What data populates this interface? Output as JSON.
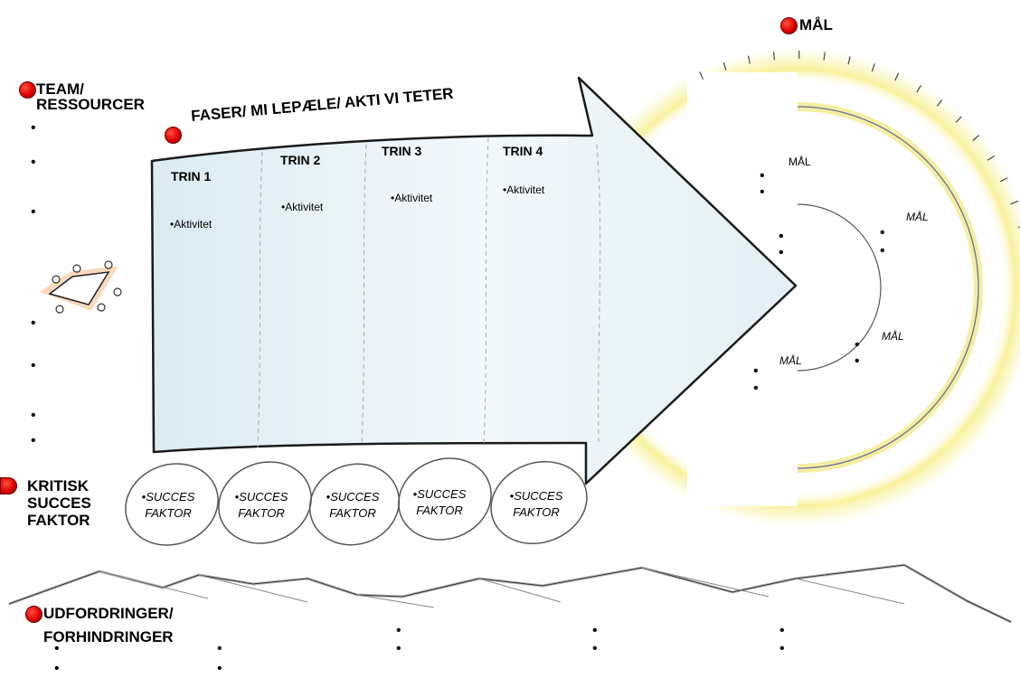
{
  "header": {
    "goal_title": "MÅL",
    "team_title": "TEAM/\nRESSOURCER",
    "phases_title": "FASER/ MI LEPÆLE/ AKTI VI TETER",
    "critical_title": "KRITISK\nSUCCES\nFAKTOR",
    "challenges_title": "UDFORDRINGER/\nFORHINDRINGER"
  },
  "steps": [
    {
      "label": "TRIN 1",
      "activity": "Aktivitet"
    },
    {
      "label": "TRIN 2",
      "activity": "Aktivitet"
    },
    {
      "label": "TRIN 3",
      "activity": "Aktivitet"
    },
    {
      "label": "TRIN 4",
      "activity": "Aktivitet"
    }
  ],
  "success_factors": [
    {
      "line1": "SUCCES",
      "line2": "FAKTOR"
    },
    {
      "line1": "SUCCES",
      "line2": "FAKTOR"
    },
    {
      "line1": "SUCCES",
      "line2": "FAKTOR"
    },
    {
      "line1": "SUCCES",
      "line2": "FAKTOR"
    },
    {
      "line1": "SUCCES",
      "line2": "FAKTOR"
    }
  ],
  "goals": {
    "outer": "MÅL",
    "mid_upper": "MÅL",
    "mid_right": "MÅL",
    "inner_lower": "MÅL"
  },
  "bullet_glyph": "•",
  "colors": {
    "marker": "#e00000",
    "arrow_fill": "#eaf4f8",
    "glow": "#f5ee60"
  }
}
